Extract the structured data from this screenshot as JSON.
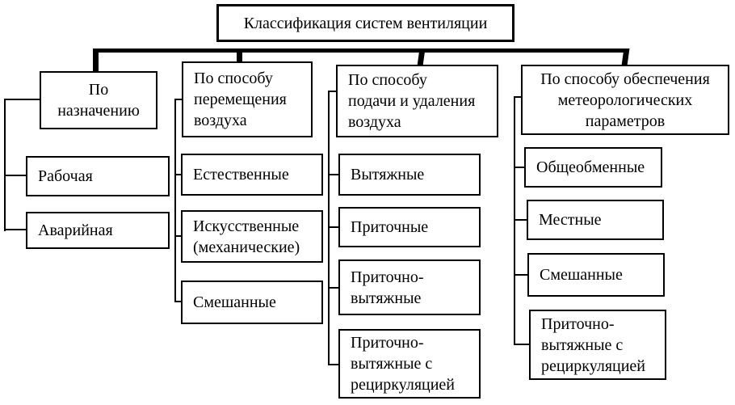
{
  "diagram": {
    "title": "Классификация систем вентиляции",
    "columns": [
      {
        "id": "by-purpose",
        "header": "По\nназначению",
        "children": [
          "Рабочая",
          "Аварийная"
        ]
      },
      {
        "id": "by-air-movement-method",
        "header": "По способу\nперемещения\nвоздуха",
        "children": [
          "Естественные",
          "Искусственные\n(механические)",
          "Смешанные"
        ]
      },
      {
        "id": "by-supply-removal-method",
        "header": "По способу\nподачи и удаления\nвоздуха",
        "children": [
          "Вытяжные",
          "Приточные",
          "Приточно-\nвытяжные",
          "Приточно-\nвытяжные с\nрециркуляцией"
        ]
      },
      {
        "id": "by-meteorological-parameters",
        "header": "По способу обеспечения\nметеорологических\nпараметров",
        "children": [
          "Общеобменные",
          "Местные",
          "Смешанные",
          "Приточно-\nвытяжные с\nрециркуляцией"
        ]
      }
    ],
    "colors": {
      "line": "#000000",
      "background": "#ffffff",
      "text": "#000000"
    }
  }
}
